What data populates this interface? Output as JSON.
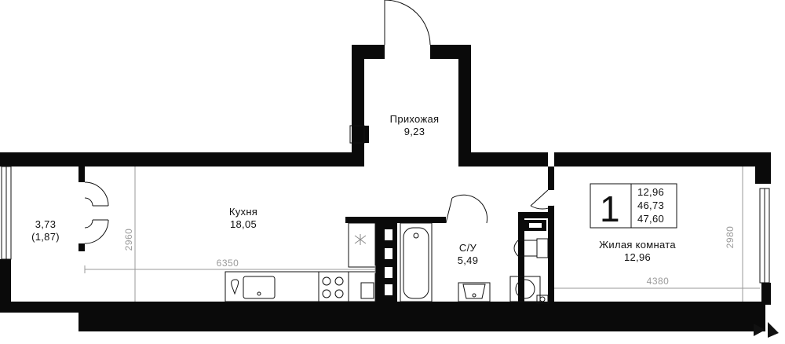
{
  "rooms": {
    "hallway": {
      "name": "Прихожая",
      "area": "9,23"
    },
    "kitchen": {
      "name": "Кухня",
      "area": "18,05"
    },
    "bathroom": {
      "name": "С/У",
      "area": "5,49"
    },
    "living": {
      "name": "Жилая комната",
      "area": "12,96"
    },
    "balcony": {
      "area": "3,73",
      "area_reduced": "(1,87)"
    }
  },
  "dimensions": {
    "kitchen_width": "6350",
    "kitchen_depth": "2960",
    "living_width": "4380",
    "living_depth": "2980"
  },
  "info": {
    "rooms_count": "1",
    "living_area": "12,96",
    "total_area": "46,73",
    "total_area_with_balcony": "47,60"
  }
}
